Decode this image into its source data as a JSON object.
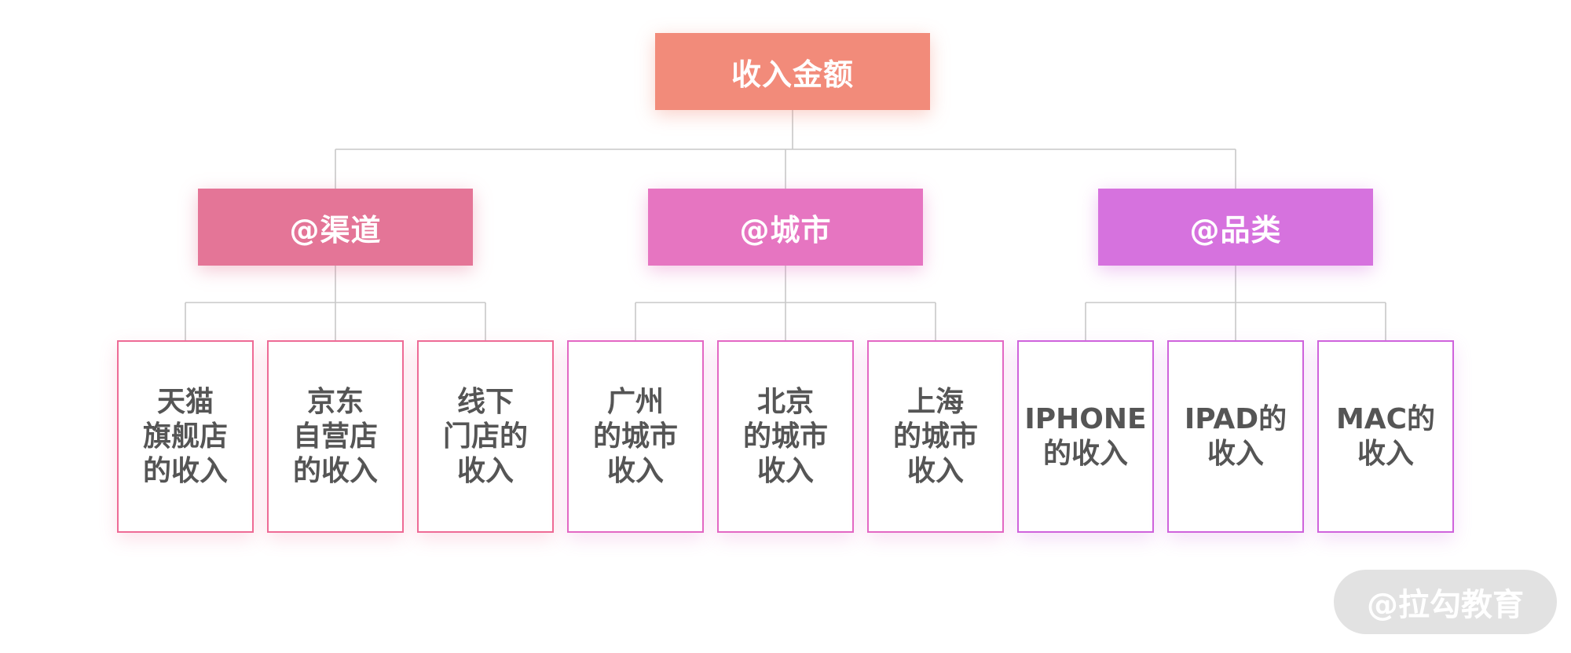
{
  "root": {
    "label": "收入金额",
    "color": "#f28b7a"
  },
  "categories": [
    {
      "label": "@渠道",
      "color": "#e47597",
      "leaf_border": "#ee6b96",
      "children": [
        "天猫\n旗舰店\n的收入",
        "京东\n自营店\n的收入",
        "线下\n门店的\n收入"
      ]
    },
    {
      "label": "@城市",
      "color": "#e675c1",
      "leaf_border": "#e368c4",
      "children": [
        "广州\n的城市\n收入",
        "北京\n的城市\n收入",
        "上海\n的城市\n收入"
      ]
    },
    {
      "label": "@品类",
      "color": "#d672de",
      "leaf_border": "#cf63dc",
      "children": [
        "IPHONE\n的收入",
        "IPAD的\n收入",
        "MAC的\n收入"
      ]
    }
  ],
  "connector_color": "#c8c8c8",
  "watermark": "@拉勾教育"
}
